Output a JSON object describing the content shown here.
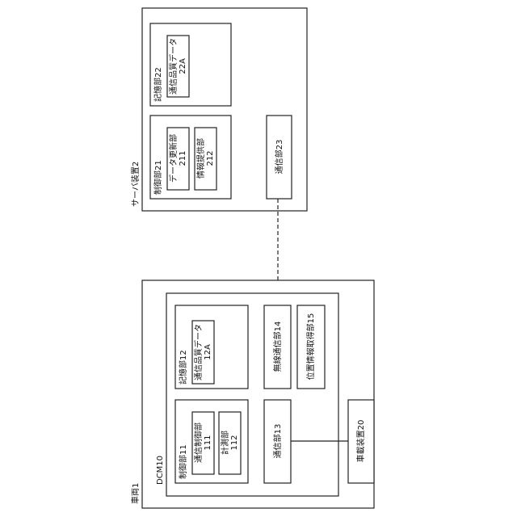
{
  "vehicle": {
    "label": "車両1",
    "dcm": {
      "label": "DCM10",
      "control_unit": {
        "label": "制御部11",
        "comm_control": {
          "name": "通信制御部",
          "code": "111"
        },
        "measurement": {
          "name": "計測部",
          "code": "112"
        }
      },
      "storage_unit": {
        "label": "記憶部12",
        "quality_data": {
          "name": "通信品質データ",
          "code": "12A"
        }
      },
      "comm_unit": {
        "label": "通信部13"
      },
      "wireless_comm_unit": {
        "label": "無線通信部14"
      },
      "position_unit": {
        "label": "位置情報取得部15"
      }
    },
    "onboard_device": {
      "label": "車載装置20"
    }
  },
  "server": {
    "label": "サーバ装置2",
    "control_unit": {
      "label": "制御部21",
      "data_update": {
        "name": "データ更新部",
        "code": "211"
      },
      "info_provider": {
        "name": "情報提供部",
        "code": "212"
      }
    },
    "storage_unit": {
      "label": "記憶部22",
      "quality_data": {
        "name": "通信品質データ",
        "code": "22A"
      }
    },
    "comm_unit": {
      "label": "通信部23"
    }
  }
}
